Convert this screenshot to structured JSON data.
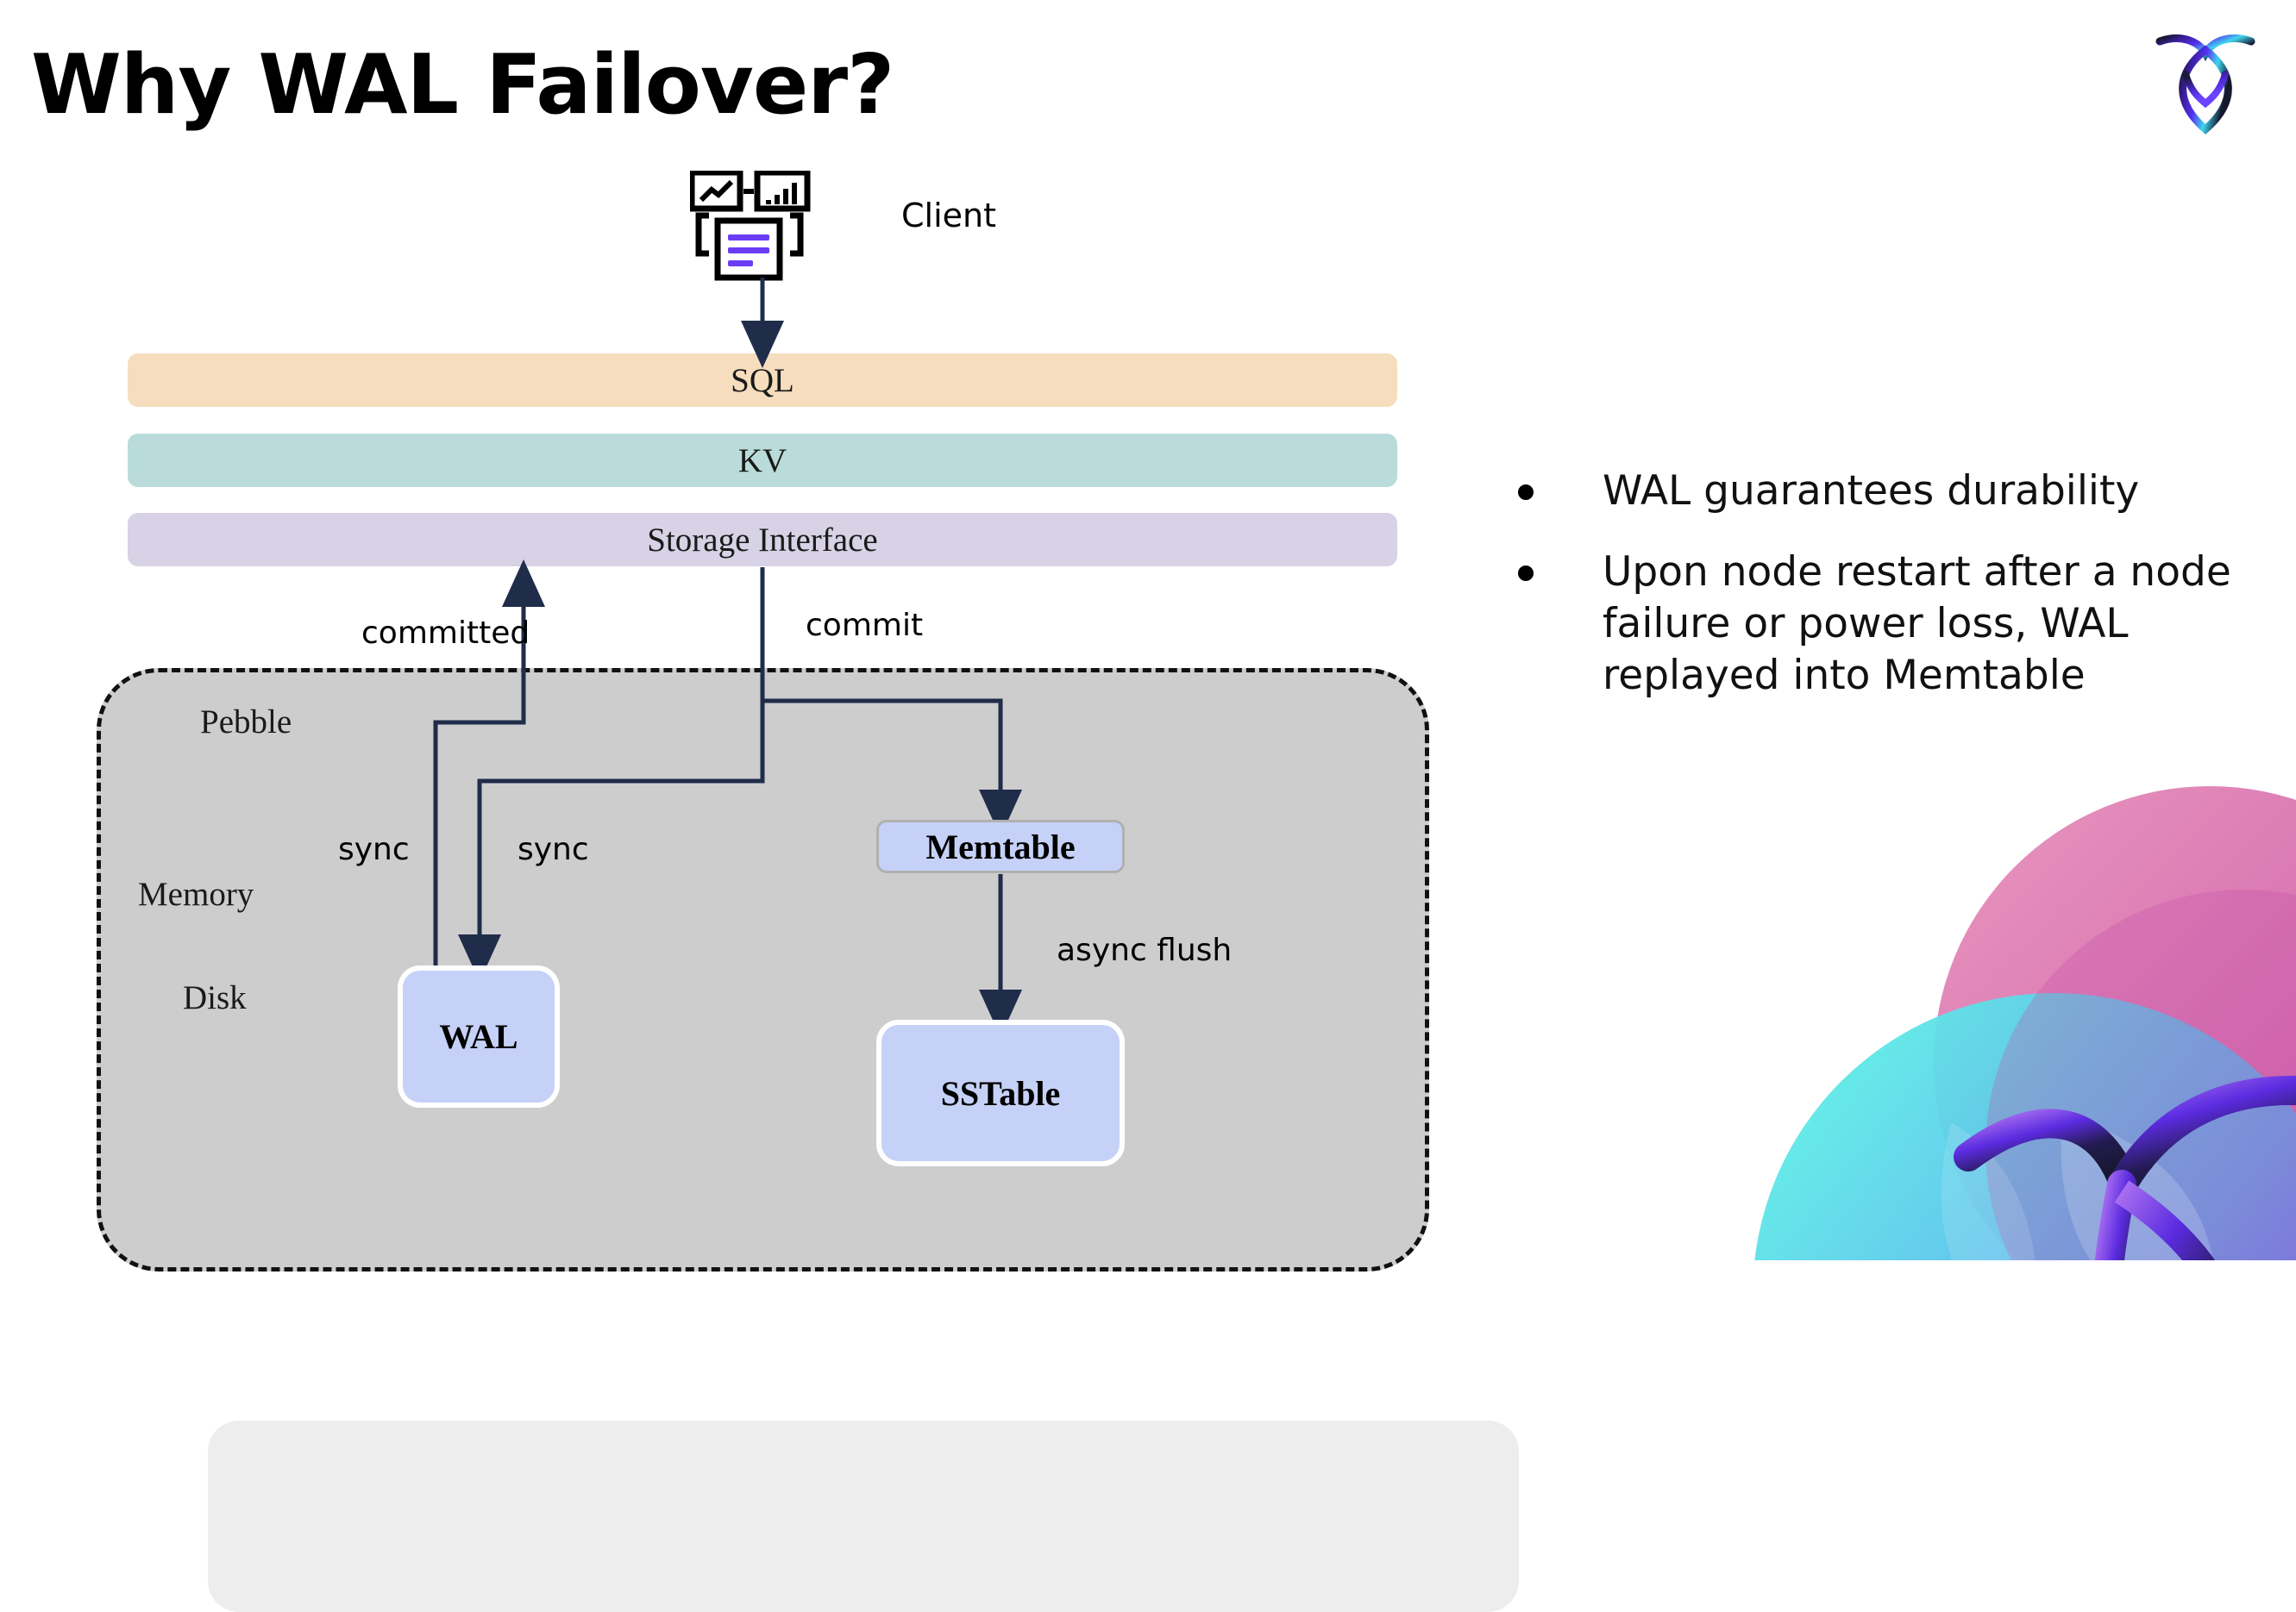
{
  "slide": {
    "title": "Why WAL Failover?",
    "brand_logo_name": "cockroachdb-logo"
  },
  "diagram": {
    "client": {
      "label": "Client",
      "icon": "client-dashboard-icon"
    },
    "stack_layers": [
      {
        "label": "SQL",
        "color": "#f5ddbd"
      },
      {
        "label": "KV",
        "color": "#b9dcdb"
      },
      {
        "label": "Storage Interface",
        "color": "#d7d2e5"
      }
    ],
    "containers": {
      "pebble": "Pebble",
      "memory": "Memory",
      "disk": "Disk"
    },
    "nodes": [
      {
        "id": "memtable",
        "label": "Memtable",
        "color": "#c6d1f7"
      },
      {
        "id": "wal",
        "label": "WAL",
        "color": "#c6d1f7"
      },
      {
        "id": "sstable",
        "label": "SSTable",
        "color": "#c6d1f7"
      }
    ],
    "edges": [
      {
        "id": "client-to-sql",
        "label": ""
      },
      {
        "id": "storage-to-memtable",
        "label": "commit"
      },
      {
        "id": "storage-to-wal",
        "label": "sync"
      },
      {
        "id": "wal-to-storage",
        "label": "committed"
      },
      {
        "id": "wal-sync",
        "label": "sync"
      },
      {
        "id": "memtable-to-sstable",
        "label": "async flush"
      }
    ],
    "edge_color": "#1f2d4a"
  },
  "bullets": [
    "WAL guarantees durability",
    "Upon node restart after a node failure or power loss, WAL replayed into Memtable"
  ]
}
